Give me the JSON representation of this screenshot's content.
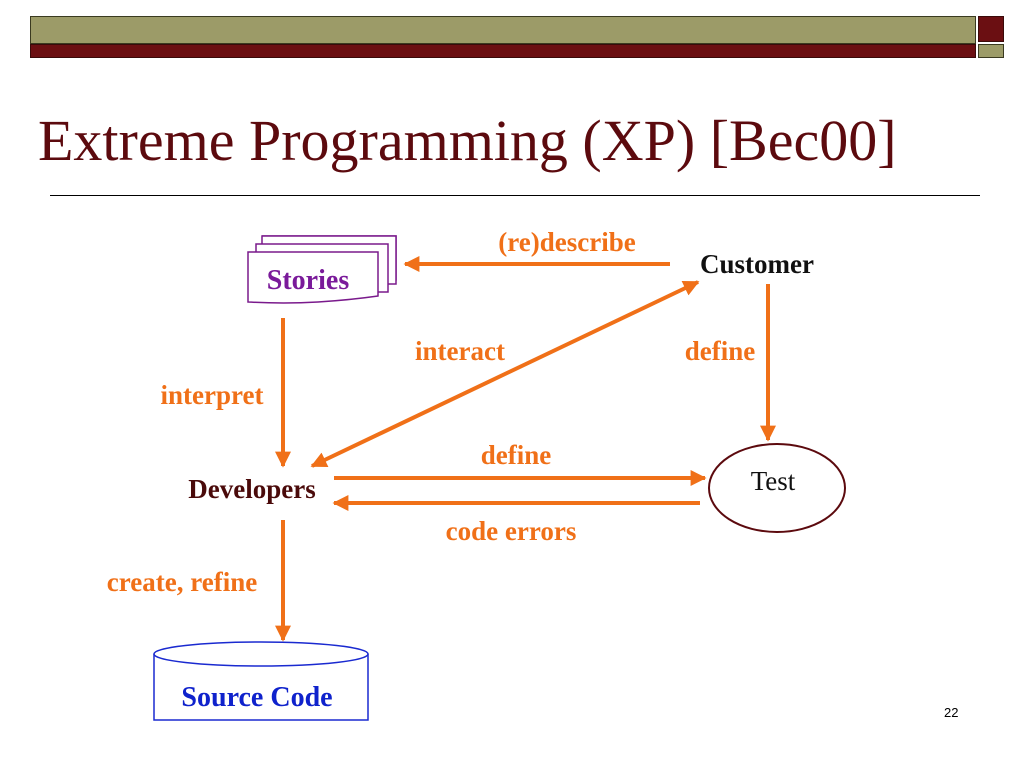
{
  "slide": {
    "title": "Extreme Programming (XP) [Bec00]",
    "page_number": "22"
  },
  "nodes": {
    "stories": "Stories",
    "customer": "Customer",
    "developers": "Developers",
    "test": "Test",
    "source_code": "Source Code"
  },
  "edges": {
    "redescribe": "(re)describe",
    "interact": "interact",
    "define_test": "define",
    "interpret": "interpret",
    "define_dev": "define",
    "code_errors": "code errors",
    "create_refine": "create, refine"
  },
  "colors": {
    "title": "#5c0a0e",
    "arrow": "#f07018",
    "node_border": "#7a1a8c",
    "stories_text": "#7a1a9a",
    "source_code_text": "#0f22cc",
    "source_code_border": "#1a2ad0",
    "test_border": "#5c0a0e",
    "band_olive": "#9c9b68",
    "band_maroon": "#6b0f12"
  }
}
